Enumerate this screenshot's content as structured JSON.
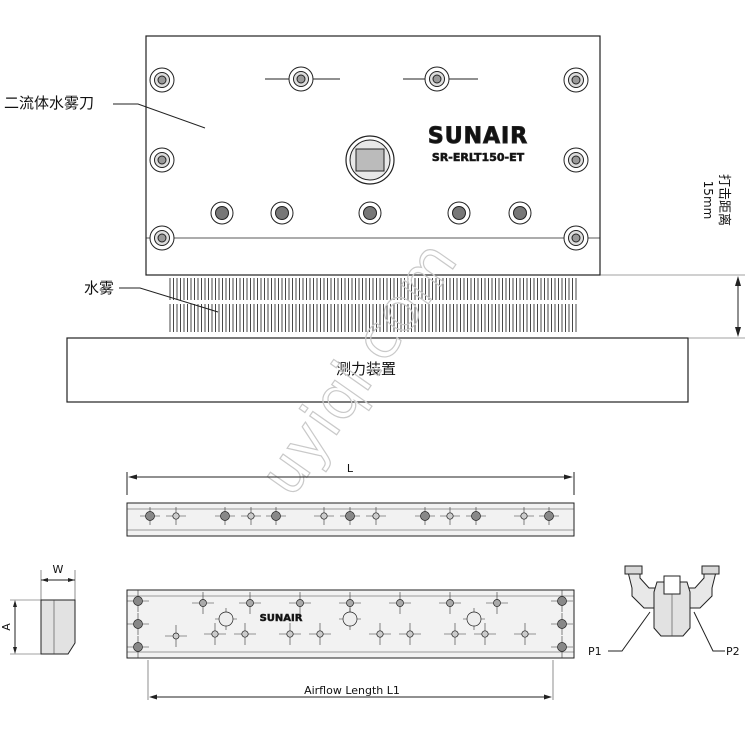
{
  "top_view": {
    "callout_knife": "二流体水雾刀",
    "callout_mist": "水雾",
    "brand": "SUNAIR",
    "model": "SR-ERLT150-ET",
    "distance_value": "15mm",
    "distance_label": "打击距离",
    "device_label": "测力装置"
  },
  "side_views": {
    "length_label": "L",
    "width_label": "W",
    "height_label": "A",
    "brand": "SUNAIR",
    "airflow_label": "Airflow Length L1",
    "port1_label": "P1",
    "port2_label": "P2"
  },
  "watermark": "uyiqi.com"
}
